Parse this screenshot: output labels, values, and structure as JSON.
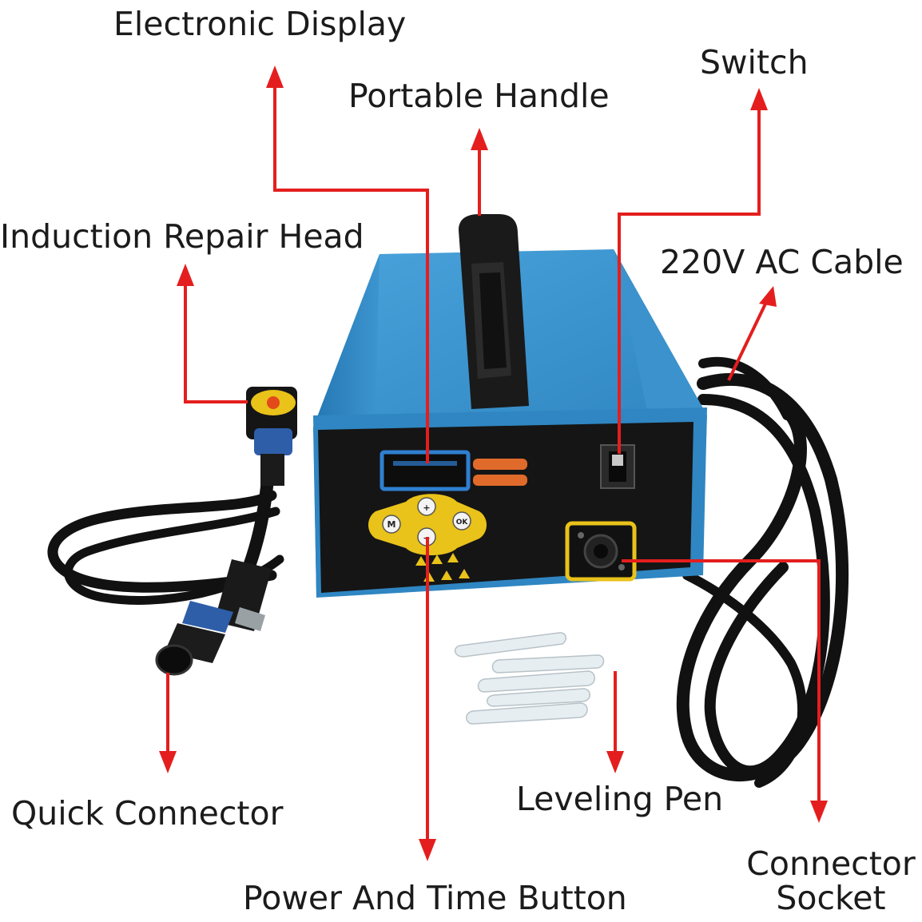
{
  "labels": {
    "electronic_display": "Electronic Display",
    "portable_handle": "Portable Handle",
    "switch": "Switch",
    "induction_repair_head": "Induction Repair Head",
    "ac_cable": "220V AC Cable",
    "quick_connector": "Quick Connector",
    "leveling_pen": "Leveling Pen",
    "connector_socket_line1": "Connector",
    "connector_socket_line2": "Socket",
    "power_time_button": "Power And Time Button"
  },
  "keypad": {
    "plus": "+",
    "minus": "−",
    "m": "M",
    "ok": "OK"
  },
  "colors": {
    "arrow": "#e41e1e",
    "cabinet_blue": "#2f86c2",
    "front_panel": "#151515",
    "keypad_yellow": "#e9c21a",
    "indicator_orange": "#e06a2a"
  }
}
